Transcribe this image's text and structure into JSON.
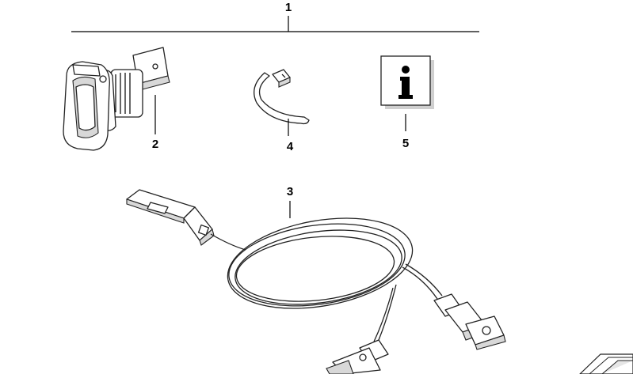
{
  "callouts": {
    "assembly": "1",
    "socket": "2",
    "harness": "3",
    "cable_tie": "4",
    "info": "5"
  },
  "icons": {
    "info": "info-icon",
    "corner": "folded-corner-icon"
  },
  "colors": {
    "line": "#000000",
    "shade": "#d8d8d8",
    "background": "#ffffff"
  }
}
